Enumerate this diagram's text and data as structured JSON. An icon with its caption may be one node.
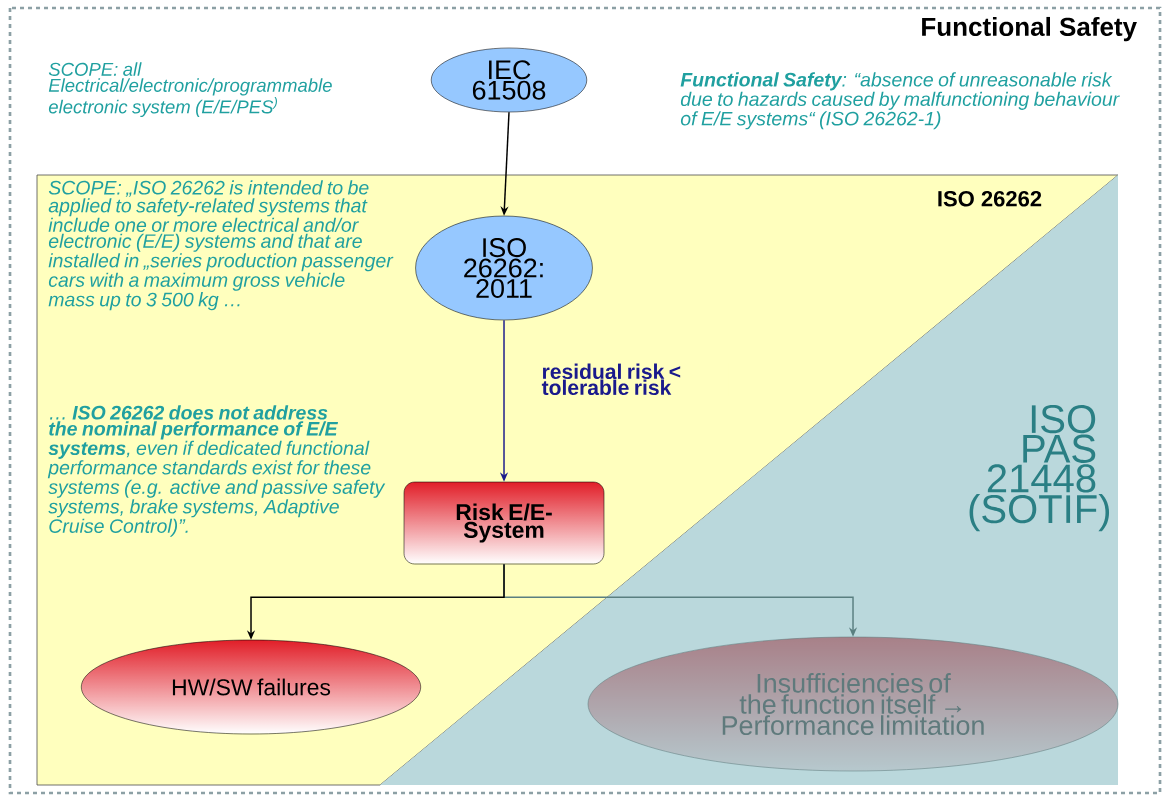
{
  "diagram": {
    "nodes": [
      {
        "text": [
          "Functional Safety"
        ]
      },
      {
        "text": [
          "IEC 61508"
        ],
        "in": 0
      },
      {
        "text": [
          "ISO 26262"
        ],
        "in": 0
      },
      {
        "text": [
          "ISO PAS 21448 (SOTIF)"
        ],
        "in": 0
      },
      {
        "text": [
          "ISO 26262: 2011"
        ],
        "in": 2
      },
      {
        "text": [
          "Risk E/E-System"
        ],
        "in": 2
      },
      {
        "text": [
          "HW/SW failures"
        ],
        "in": 2
      },
      {
        "text": [
          "Insufficiencies of the function itself → Performance limitation"
        ],
        "in": 3
      }
    ],
    "edges": [
      {
        "from": 1,
        "to": 4,
        "arrow": "to"
      },
      {
        "from": 4,
        "to": 5,
        "arrow": "to",
        "label": "residual risk < tolerable risk",
        "color": "#1a1a8c"
      },
      {
        "from": 5,
        "to": 6,
        "arrow": "to"
      },
      {
        "from": 5,
        "to": 7,
        "arrow": "to",
        "color": "#5a7f80"
      }
    ],
    "labels": [
      "SCOPE: all Electrical/electronic/programmable electronic system (E/E/PES$^{)}$",
      "**Functional Safety**: “absence of unreasonable risk due to hazards caused by malfunctioning behaviour of E/E systems“ (ISO 26262-1)",
      "SCOPE: „ISO 26262 is intended to be applied to safety-related systems that include one or more electrical and/or electronic (E/E) systems and that are installed in „series production passenger cars with a maximum gross vehicle mass up to 3 500 kg …",
      "… **ISO 26262 does not address the nominal performance of E/E systems**, even if dedicated functional performance standards exist for these systems (e.g. active and passive safety systems, brake systems, Adaptive Cruise Control)”."
    ]
  }
}
